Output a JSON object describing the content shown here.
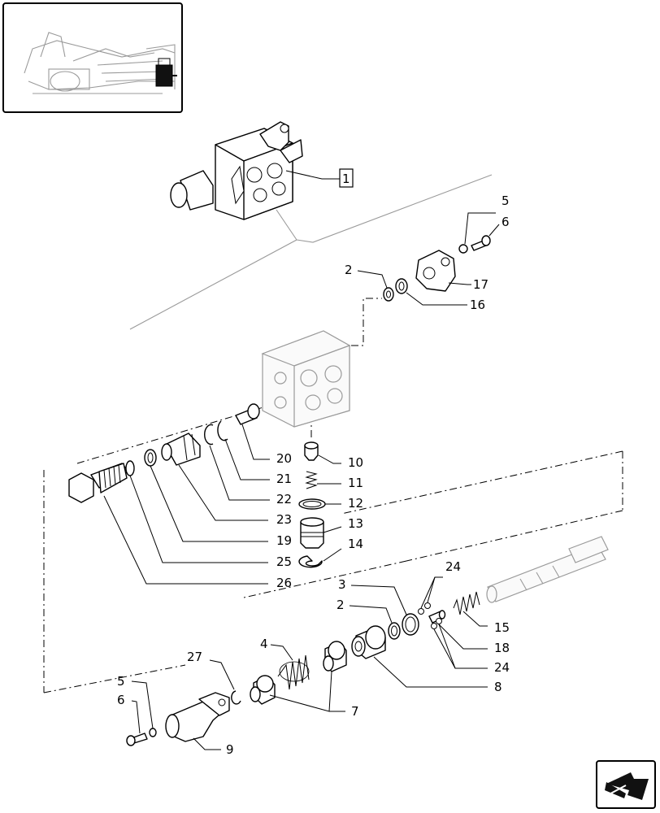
{
  "labels": {
    "l1": "1",
    "l2a": "2",
    "l2b": "2",
    "l3": "3",
    "l4": "4",
    "l5a": "5",
    "l5b": "5",
    "l6a": "6",
    "l6b": "6",
    "l7": "7",
    "l8": "8",
    "l9": "9",
    "l10": "10",
    "l11": "11",
    "l12": "12",
    "l13": "13",
    "l14": "14",
    "l15": "15",
    "l16": "16",
    "l17": "17",
    "l18": "18",
    "l19": "19",
    "l20": "20",
    "l21": "21",
    "l22": "22",
    "l23": "23",
    "l24a": "24",
    "l24b": "24",
    "l25": "25",
    "l26": "26",
    "l27": "27"
  },
  "icons": {
    "thumbnail": "tractor-location-thumbnail",
    "nav": "next-page-arrow-icon"
  }
}
